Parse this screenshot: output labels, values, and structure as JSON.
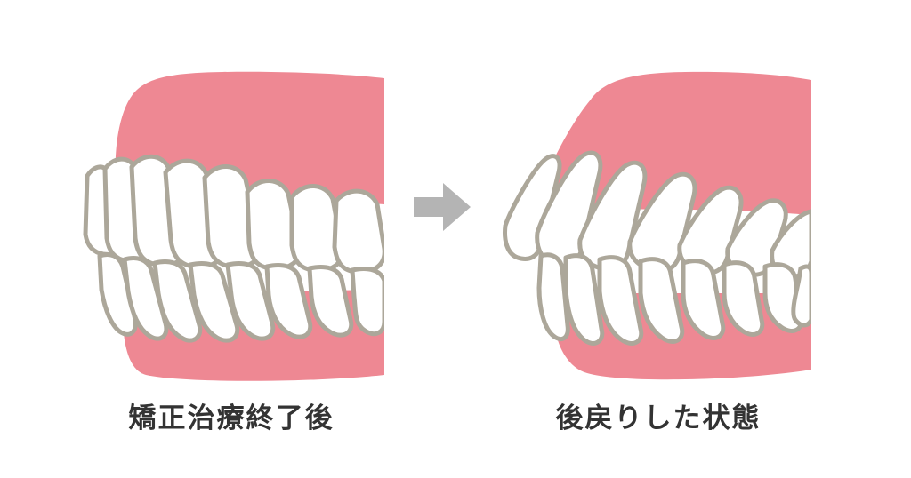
{
  "page": {
    "background_color": "#ffffff",
    "text_color": "#333333"
  },
  "colors": {
    "gum_pink": "#EE8893",
    "tooth_fill": "#FFFFFF",
    "tooth_outline": "#ACA79A",
    "arrow_gray": "#B4B4B4",
    "label_text": "#333333"
  },
  "panels": [
    {
      "id": "before",
      "caption": "矯正治療終了後",
      "illustration_name": "dental-side-view-aligned",
      "description_upper_teeth": 8,
      "description_lower_teeth": 8
    },
    {
      "id": "after",
      "caption": "後戻りした状態",
      "illustration_name": "dental-side-view-relapsed",
      "description_upper_teeth": 8,
      "description_lower_teeth": 8
    }
  ],
  "arrow": {
    "name": "right-arrow-icon",
    "direction": "right",
    "color": "#B4B4B4"
  }
}
